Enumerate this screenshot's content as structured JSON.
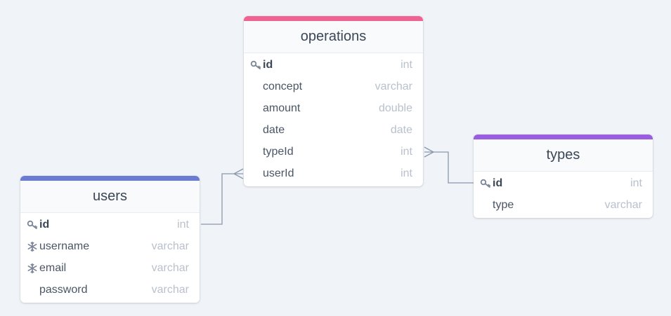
{
  "colors": {
    "background": "#f0f4f8",
    "operations_accent": "#f06292",
    "users_accent": "#6b7bd1",
    "types_accent": "#9a5de0",
    "connector": "#8b97aa"
  },
  "tables": {
    "operations": {
      "name": "operations",
      "fields": [
        {
          "name": "id",
          "type": "int",
          "icon": "key-icon"
        },
        {
          "name": "concept",
          "type": "varchar",
          "icon": ""
        },
        {
          "name": "amount",
          "type": "double",
          "icon": ""
        },
        {
          "name": "date",
          "type": "date",
          "icon": ""
        },
        {
          "name": "typeId",
          "type": "int",
          "icon": ""
        },
        {
          "name": "userId",
          "type": "int",
          "icon": ""
        }
      ]
    },
    "users": {
      "name": "users",
      "fields": [
        {
          "name": "id",
          "type": "int",
          "icon": "key-icon"
        },
        {
          "name": "username",
          "type": "varchar",
          "icon": "unique-icon"
        },
        {
          "name": "email",
          "type": "varchar",
          "icon": "unique-icon"
        },
        {
          "name": "password",
          "type": "varchar",
          "icon": ""
        }
      ]
    },
    "types": {
      "name": "types",
      "fields": [
        {
          "name": "id",
          "type": "int",
          "icon": "key-icon"
        },
        {
          "name": "type",
          "type": "varchar",
          "icon": ""
        }
      ]
    }
  },
  "relations": [
    {
      "from": "operations.userId",
      "to": "users.id",
      "cardinality": "many-to-one"
    },
    {
      "from": "operations.typeId",
      "to": "types.id",
      "cardinality": "many-to-one"
    }
  ]
}
